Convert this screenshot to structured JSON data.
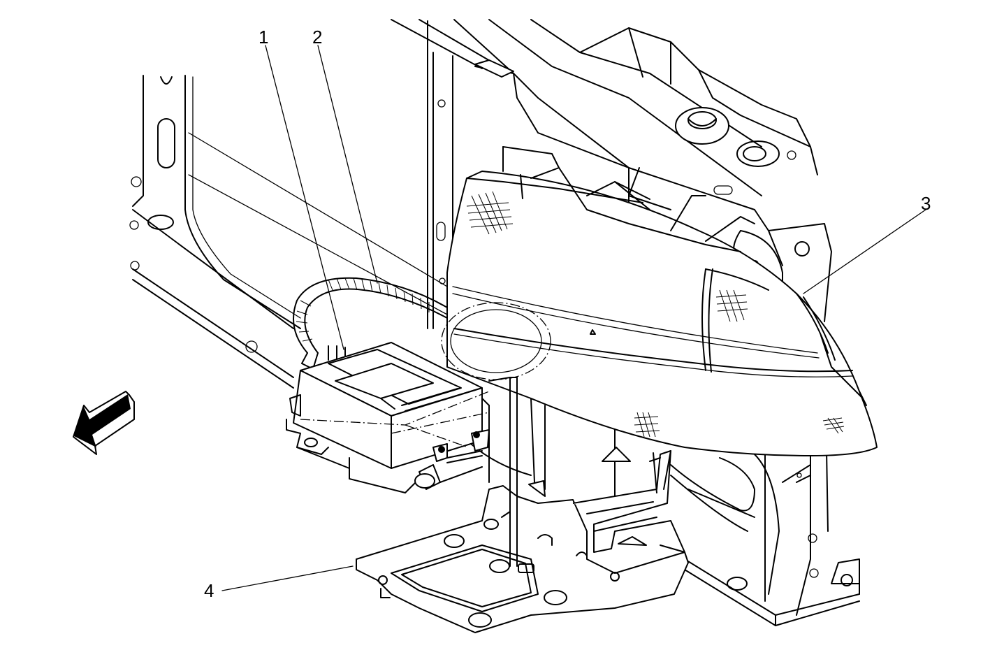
{
  "callouts": [
    {
      "label": "1"
    },
    {
      "label": "2"
    },
    {
      "label": "3"
    },
    {
      "label": "4"
    }
  ],
  "icons": {
    "direction_arrow": "front-direction-arrow-icon"
  },
  "colors": {
    "line": "#000000",
    "background": "#ffffff"
  }
}
